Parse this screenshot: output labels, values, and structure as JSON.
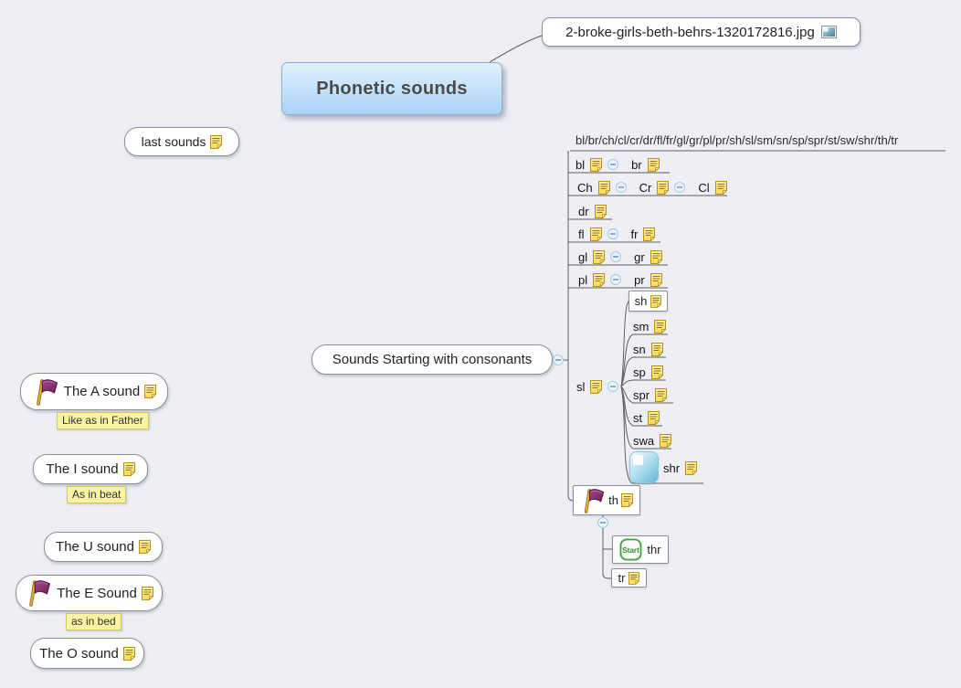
{
  "window": {
    "background_color": "#edeff4"
  },
  "attachment_topic": {
    "filename": "2-broke-girls-beth-behrs-1320172816.jpg",
    "icon": "image-icon"
  },
  "central_topic": {
    "title": "Phonetic sounds"
  },
  "floating": {
    "last_sounds": "last sounds"
  },
  "consonants": {
    "topic": "Sounds Starting with consonants",
    "header": "bl/br/ch/cl/cr/dr/fl/fr/gl/gr/pl/pr/sh/sl/sm/sn/sp/spr/st/sw/shr/th/tr",
    "bl": "bl",
    "br": "br",
    "ch": "Ch",
    "cr": "Cr",
    "cl": "Cl",
    "dr": "dr",
    "fl": "fl",
    "fr": "fr",
    "gl": "gl",
    "gr": "gr",
    "pl": "pl",
    "pr": "pr",
    "sl": "sl",
    "sh": "sh",
    "sm": "sm",
    "sn": "sn",
    "sp": "sp",
    "spr": "spr",
    "st": "st",
    "swa": "swa",
    "shr": "shr",
    "th": "th",
    "thr": "thr",
    "tr": "tr",
    "start_badge": "Start"
  },
  "vowels": {
    "a": {
      "title": "The A sound",
      "label": "Like as in Father"
    },
    "i": {
      "title": "The I sound",
      "label": "As in beat"
    },
    "u": {
      "title": "The U sound"
    },
    "e": {
      "title": "The E Sound",
      "label": "as in bed"
    },
    "o": {
      "title": "The O sound"
    }
  },
  "icons": {
    "note": "note-icon",
    "collapse": "collapse-minus-icon",
    "flag": "purple-flag-icon",
    "start": "start-badge-icon",
    "image": "image-icon",
    "blue_square": "blue-image-placeholder-icon"
  },
  "colors": {
    "central_gradient_top": "#e2f1fe",
    "central_gradient_bottom": "#a9d3f5",
    "node_border": "#8f8f8f",
    "connector_line": "#5f5f5f",
    "label_background": "#f9f3a2",
    "note_yellow": "#ffe27a",
    "flag_purple": "#8e2f6f",
    "start_green": "#2f8f2f"
  }
}
